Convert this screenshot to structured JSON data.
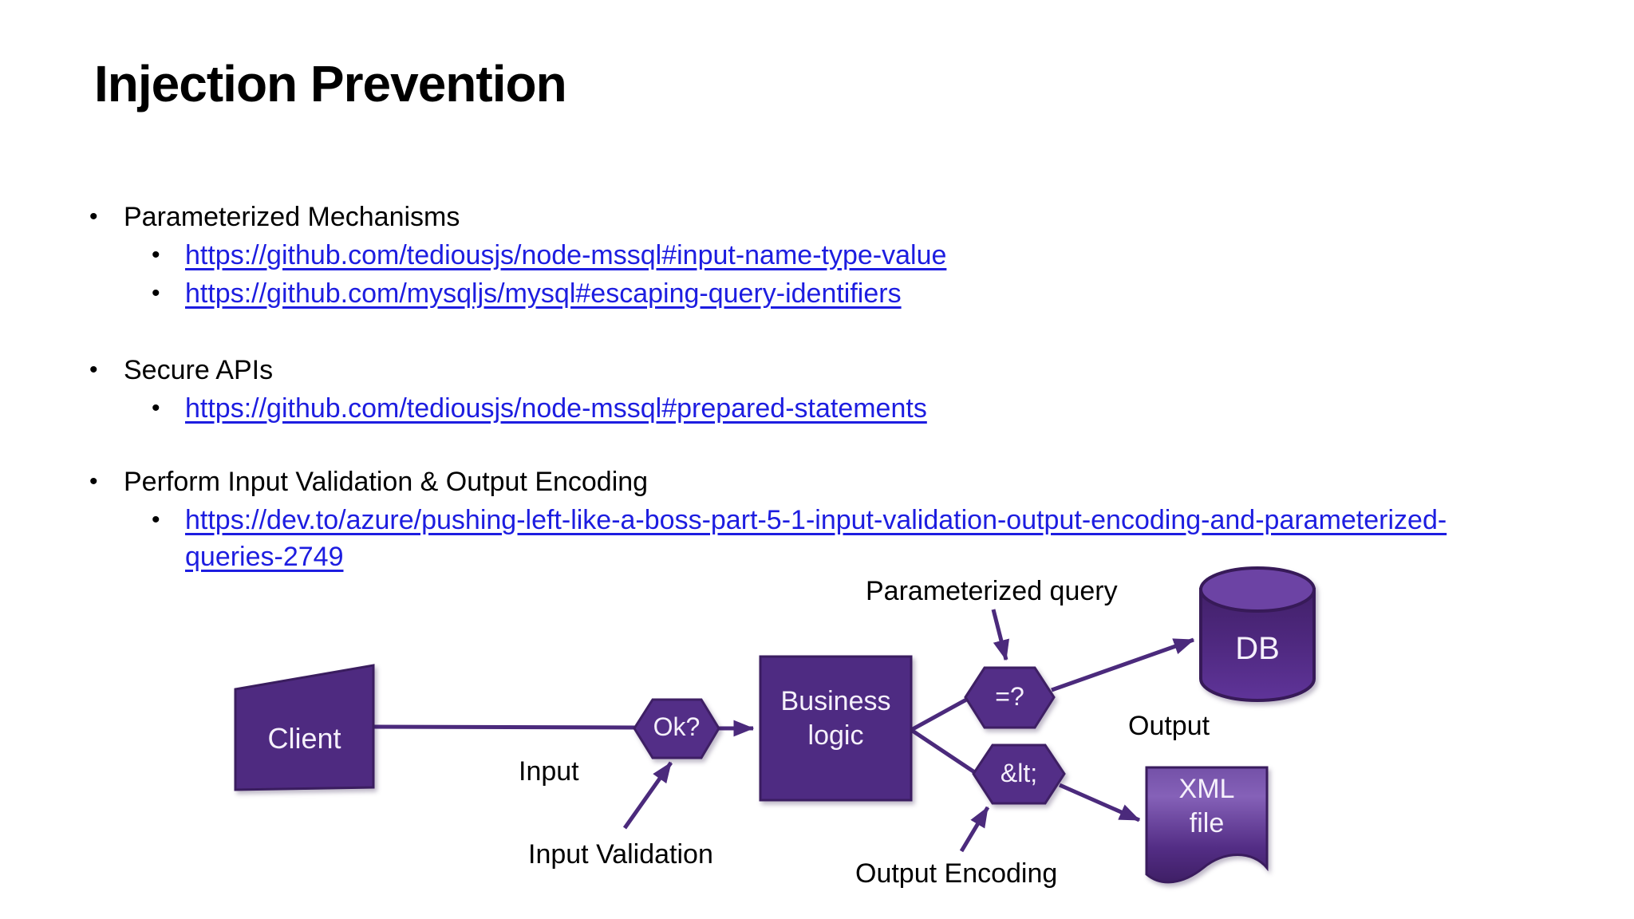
{
  "slide": {
    "title": "Injection Prevention",
    "bullets": [
      {
        "label": "Parameterized Mechanisms",
        "links": [
          {
            "lines": [
              "https://github.com/tediousjs/node-mssql#input-name-type-value"
            ]
          },
          {
            "lines": [
              "https://github.com/mysqljs/mysql#escaping-query-identifiers"
            ]
          }
        ]
      },
      {
        "label": "Secure APIs",
        "links": [
          {
            "lines": [
              "https://github.com/tediousjs/node-mssql#prepared-statements"
            ]
          }
        ]
      },
      {
        "label": "Perform Input Validation & Output Encoding",
        "links": [
          {
            "lines": [
              "https://dev.to/azure/pushing-left-like-a-boss-part-5-1-input-validation-output-encoding-and-parameterized-",
              "queries-2749"
            ]
          }
        ]
      }
    ]
  },
  "diagram": {
    "nodes": {
      "client": "Client",
      "input_check": "Ok?",
      "business_line1": "Business",
      "business_line2": "logic",
      "param_check": "=?",
      "encode_check": "&lt;",
      "db": "DB",
      "xml_line1": "XML",
      "xml_line2": "file"
    },
    "labels": {
      "input": "Input",
      "input_validation": "Input Validation",
      "parameterized_query": "Parameterized query",
      "output": "Output",
      "output_encoding": "Output Encoding"
    },
    "colors": {
      "shape_fill": "#4f2b84",
      "shape_stroke": "#3a1d5f",
      "arrow": "#4b2a7c",
      "link_blue": "#1d1de0",
      "node_text": "#f5f0fb"
    }
  }
}
